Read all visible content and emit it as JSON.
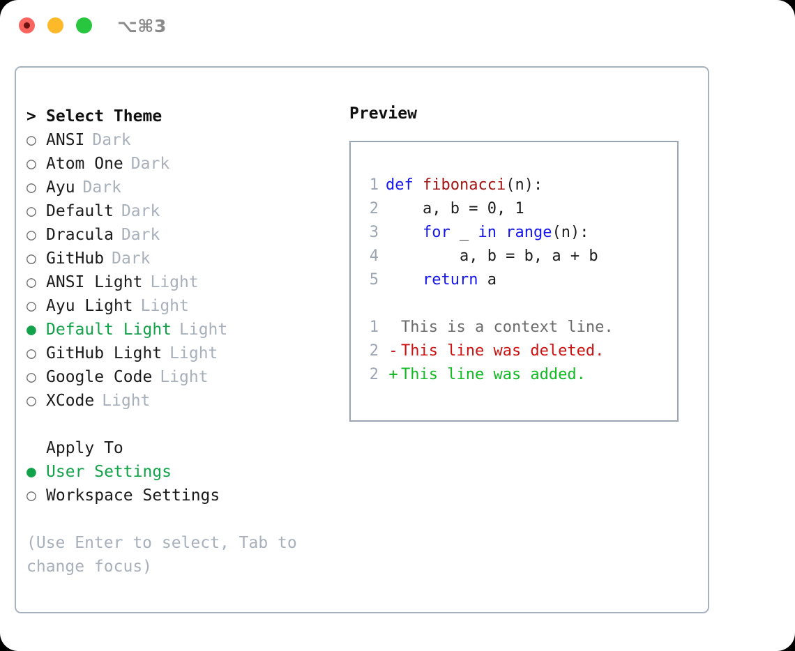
{
  "titlebar": {
    "shortcut": "⌥⌘3",
    "lights": [
      {
        "name": "close",
        "color": "#f9645f"
      },
      {
        "name": "minimize",
        "color": "#fdb92a"
      },
      {
        "name": "maximize",
        "color": "#28c63f"
      }
    ]
  },
  "theme_list": {
    "header_marker": ">",
    "header_label": "Select Theme",
    "items": [
      {
        "marker": "○",
        "label": "ANSI",
        "variant": "Dark",
        "selected": false
      },
      {
        "marker": "○",
        "label": "Atom One",
        "variant": "Dark",
        "selected": false
      },
      {
        "marker": "○",
        "label": "Ayu",
        "variant": "Dark",
        "selected": false
      },
      {
        "marker": "○",
        "label": "Default",
        "variant": "Dark",
        "selected": false
      },
      {
        "marker": "○",
        "label": "Dracula",
        "variant": "Dark",
        "selected": false
      },
      {
        "marker": "○",
        "label": "GitHub",
        "variant": "Dark",
        "selected": false
      },
      {
        "marker": "○",
        "label": "ANSI Light",
        "variant": "Light",
        "selected": false
      },
      {
        "marker": "○",
        "label": "Ayu Light",
        "variant": "Light",
        "selected": false
      },
      {
        "marker": "●",
        "label": "Default Light",
        "variant": "Light",
        "selected": true
      },
      {
        "marker": "○",
        "label": "GitHub Light",
        "variant": "Light",
        "selected": false
      },
      {
        "marker": "○",
        "label": "Google Code",
        "variant": "Light",
        "selected": false
      },
      {
        "marker": "○",
        "label": "XCode",
        "variant": "Light",
        "selected": false
      }
    ]
  },
  "apply_to": {
    "header_label": "Apply To",
    "items": [
      {
        "marker": "●",
        "label": "User Settings",
        "selected": true
      },
      {
        "marker": "○",
        "label": "Workspace Settings",
        "selected": false
      }
    ]
  },
  "hint": "(Use Enter to select, Tab to change focus)",
  "preview": {
    "title": "Preview",
    "code_lines": [
      {
        "no": "1",
        "sign": "",
        "tokens": [
          {
            "text": "def ",
            "kind": "kw"
          },
          {
            "text": "fibonacci",
            "kind": "fn"
          },
          {
            "text": "(n):",
            "kind": "txt"
          }
        ]
      },
      {
        "no": "2",
        "sign": "",
        "tokens": [
          {
            "text": "    a, b = 0, 1",
            "kind": "txt"
          }
        ]
      },
      {
        "no": "3",
        "sign": "",
        "tokens": [
          {
            "text": "    ",
            "kind": "txt"
          },
          {
            "text": "for",
            "kind": "kw"
          },
          {
            "text": " _ ",
            "kind": "txt"
          },
          {
            "text": "in",
            "kind": "kw"
          },
          {
            "text": " ",
            "kind": "txt"
          },
          {
            "text": "range",
            "kind": "kw"
          },
          {
            "text": "(n):",
            "kind": "txt"
          }
        ]
      },
      {
        "no": "4",
        "sign": "",
        "tokens": [
          {
            "text": "        a, b = b, a + b",
            "kind": "txt"
          }
        ]
      },
      {
        "no": "5",
        "sign": "",
        "tokens": [
          {
            "text": "    ",
            "kind": "txt"
          },
          {
            "text": "return",
            "kind": "kw"
          },
          {
            "text": " a",
            "kind": "txt"
          }
        ]
      }
    ],
    "diff_lines": [
      {
        "no": "1",
        "sign": " ",
        "text": "This is a context line.",
        "kind": "ctx"
      },
      {
        "no": "2",
        "sign": "-",
        "text": "This line was deleted.",
        "kind": "del"
      },
      {
        "no": "2",
        "sign": "+",
        "text": "This line was added.",
        "kind": "add"
      }
    ]
  },
  "colors": {
    "accent_green": "#12a24a",
    "muted": "#a8b0bb",
    "panel_border": "#a7b2c0",
    "preview_border": "#99a5b5",
    "keyword_blue": "#1414ee",
    "function_red": "#a11212",
    "diff_delete": "#cc1111",
    "diff_add": "#11bb22"
  }
}
